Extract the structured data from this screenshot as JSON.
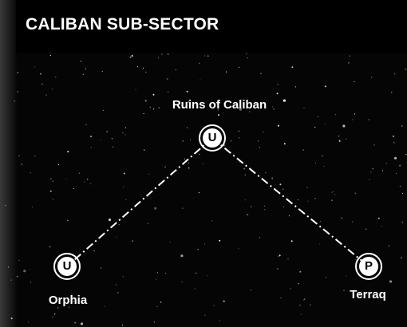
{
  "map": {
    "title": "CALIBAN SUB-SECTOR",
    "colors": {
      "background": "#050505",
      "title_bar": "#000000",
      "text": "#ffffff",
      "route_line": "#ffffff"
    }
  },
  "locations": [
    {
      "id": "ruins-of-caliban",
      "name": "Ruins of Caliban",
      "marker": "U"
    },
    {
      "id": "orphia",
      "name": "Orphia",
      "marker": "U"
    },
    {
      "id": "terraq",
      "name": "Terraq",
      "marker": "P"
    }
  ],
  "routes": [
    {
      "from": "Ruins of Caliban",
      "to": "Orphia",
      "style": "dash-dot"
    },
    {
      "from": "Ruins of Caliban",
      "to": "Terraq",
      "style": "dash-dot"
    }
  ]
}
